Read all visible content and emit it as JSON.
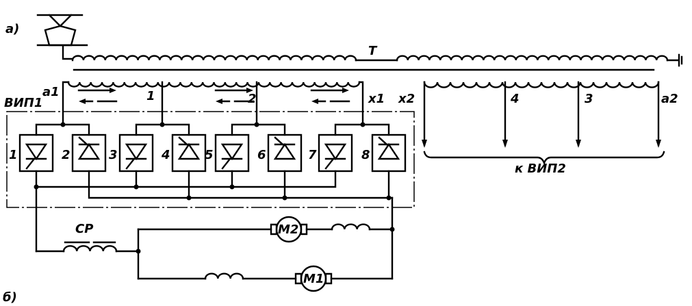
{
  "diagram": {
    "part_a_label": "а)",
    "part_b_label": "б)",
    "transformer_label": "Т",
    "converter_label": "ВИП1",
    "taps": {
      "a1": "а1",
      "t1": "1",
      "t2": "2",
      "x1": "х1",
      "x2": "х2",
      "t4": "4",
      "t3": "3",
      "a2": "а2"
    },
    "to_converter2": "к ВИП2",
    "thyristors": [
      "1",
      "2",
      "3",
      "4",
      "5",
      "6",
      "7",
      "8"
    ],
    "reactor_label": "СР",
    "motors": {
      "m1": "М1",
      "m2": "М2"
    }
  }
}
